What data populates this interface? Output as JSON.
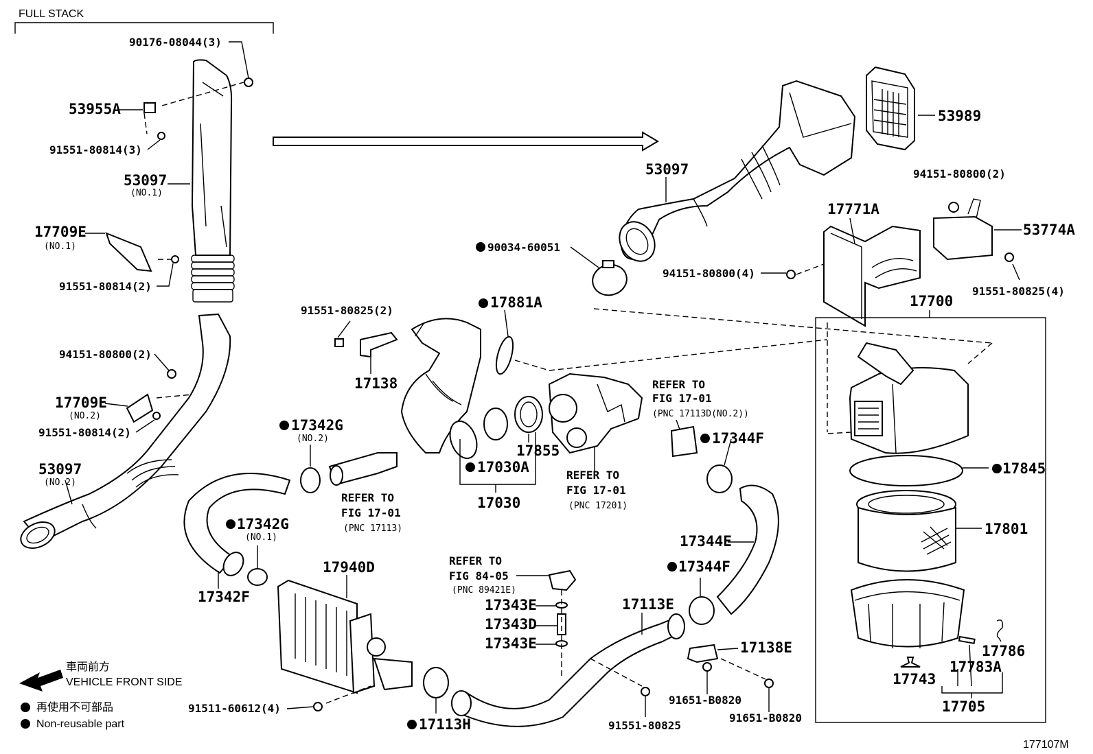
{
  "header": {
    "full_stack": "FULL STACK"
  },
  "footer": {
    "front_jp": "車両前方",
    "front_en": "VEHICLE FRONT SIDE",
    "nonreuse_jp": "再使用不可部品",
    "nonreuse_en": "Non-reusable part",
    "figure_id": "177107M"
  },
  "labels": {
    "p90176": "90176-08044(3)",
    "p53955A": "53955A",
    "p91551_814_3": "91551-80814(3)",
    "p53097_no1": "53097",
    "p53097_no1_sub": "(NO.1)",
    "p17709E_no1": "17709E",
    "p17709E_no1_sub": "(NO.1)",
    "p91551_814_2a": "91551-80814(2)",
    "p94151_2a": "94151-80800(2)",
    "p17709E_no2": "17709E",
    "p17709E_no2_sub": "(NO.2)",
    "p91551_814_2b": "91551-80814(2)",
    "p53097_no2": "53097",
    "p53097_no2_sub": "(NO.2)",
    "p53097_full": "53097",
    "p53989": "53989",
    "p94151_2b": "94151-80800(2)",
    "p17771A": "17771A",
    "p53774A": "53774A",
    "p90034": "90034-60051",
    "p94151_4": "94151-80800(4)",
    "p91551_825_4": "91551-80825(4)",
    "p17700": "17700",
    "p91551_825_2": "91551-80825(2)",
    "p17881A": "17881A",
    "p17138": "17138",
    "ref1_a": "REFER TO",
    "ref1_b": "FIG 17-01",
    "ref1_c": "(PNC 17113D(NO.2))",
    "p17342G_no2": "17342G",
    "p17342G_no2_sub": "(NO.2)",
    "p17344F_a": "17344F",
    "p17855": "17855",
    "p17030A": "17030A",
    "p17030": "17030",
    "ref2_a": "REFER TO",
    "ref2_b": "FIG 17-01",
    "ref2_c": "(PNC 17113)",
    "ref3_a": "REFER TO",
    "ref3_b": "FIG 17-01",
    "ref3_c": "(PNC 17201)",
    "p17845": "17845",
    "p17801": "17801",
    "p17342G_no1": "17342G",
    "p17342G_no1_sub": "(NO.1)",
    "p17344E": "17344E",
    "p17344F_b": "17344F",
    "p17940D": "17940D",
    "ref4_a": "REFER TO",
    "ref4_b": "FIG 84-05",
    "ref4_c": "(PNC 89421E)",
    "p17342F": "17342F",
    "p17343E_a": "17343E",
    "p17343D": "17343D",
    "p17343E_b": "17343E",
    "p17113E": "17113E",
    "p17138E": "17138E",
    "p17786": "17786",
    "p17743": "17743",
    "p17783A": "17783A",
    "p17705": "17705",
    "p91511": "91511-60612(4)",
    "p17113H": "17113H",
    "p91551_825": "91551-80825",
    "p91651_a": "91651-B0820",
    "p91651_b": "91651-B0820"
  }
}
